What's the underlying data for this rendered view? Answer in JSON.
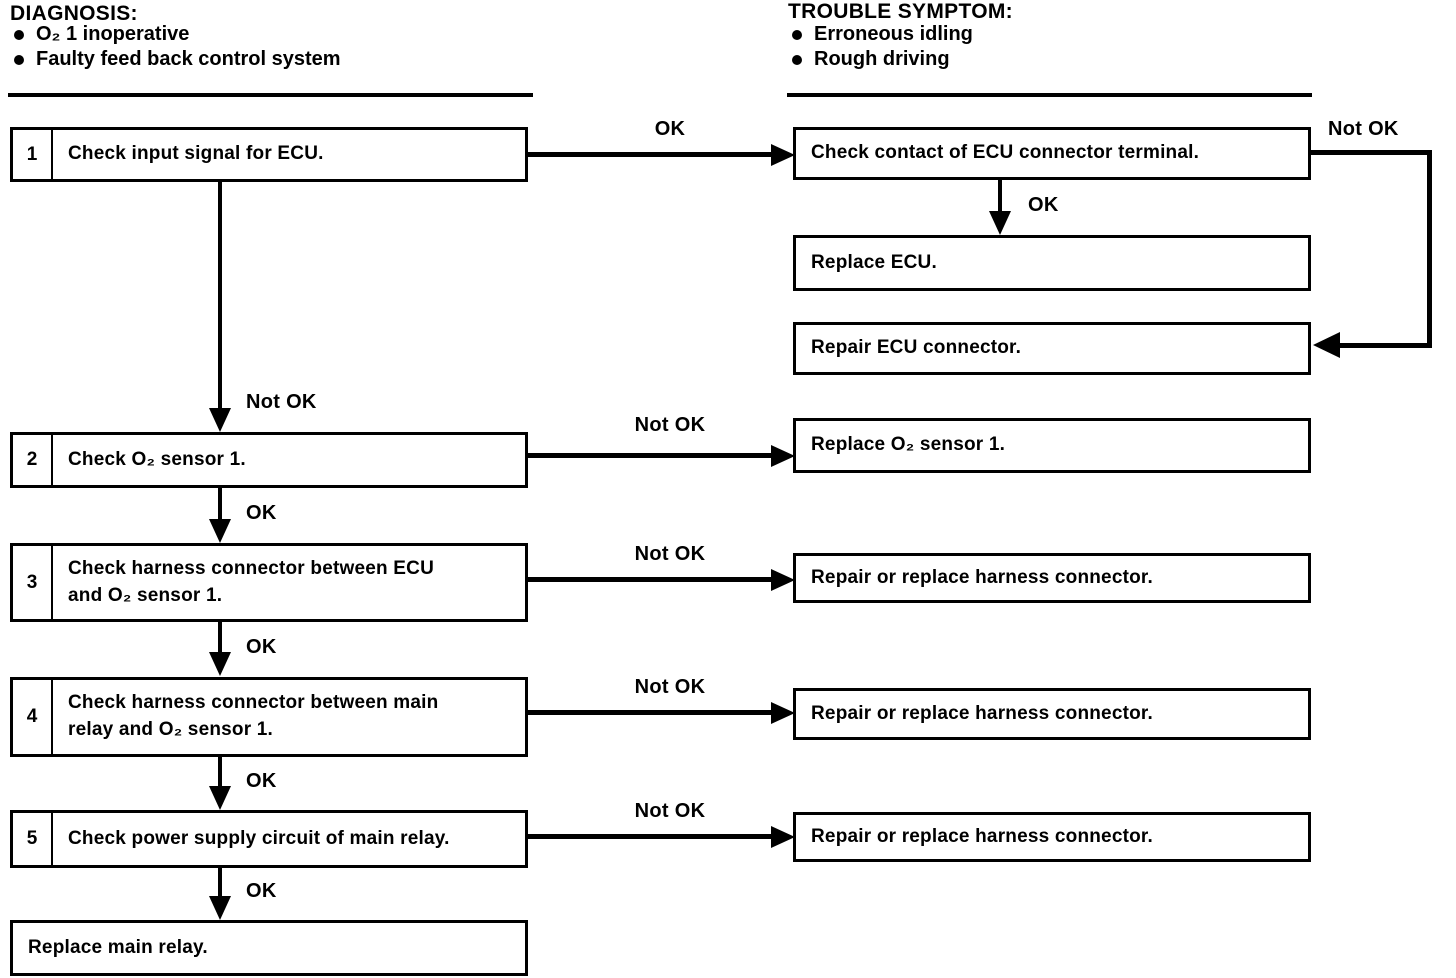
{
  "headers": {
    "diagnosis": {
      "title": "DIAGNOSIS:",
      "items": [
        "O₂ 1 inoperative",
        "Faulty feed back control system"
      ]
    },
    "trouble_symptom": {
      "title": "TROUBLE SYMPTOM:",
      "items": [
        "Erroneous idling",
        "Rough driving"
      ]
    }
  },
  "flow": {
    "left_column": [
      {
        "step": "1",
        "text": "Check input signal for ECU."
      },
      {
        "step": "2",
        "text": "Check O₂ sensor 1."
      },
      {
        "step": "3",
        "text": "Check harness connector between ECU\nand O₂ sensor 1."
      },
      {
        "step": "4",
        "text": "Check harness connector between main\nrelay and O₂ sensor 1."
      },
      {
        "step": "5",
        "text": "Check power supply circuit of main relay."
      },
      {
        "step": "",
        "text": "Replace main relay."
      }
    ],
    "right_column": [
      {
        "text": "Check contact of ECU connector terminal."
      },
      {
        "text": "Replace ECU."
      },
      {
        "text": "Repair ECU connector."
      },
      {
        "text": "Replace O₂ sensor 1."
      },
      {
        "text": "Repair or replace harness connector."
      },
      {
        "text": "Repair or replace harness connector."
      },
      {
        "text": "Repair or replace harness connector."
      }
    ],
    "edge_labels": {
      "step1_to_right": "OK",
      "right1_down": "OK",
      "right1_feedback": "Not OK",
      "step1_down": "Not OK",
      "step2_to_right": "Not OK",
      "step2_down": "OK",
      "step3_to_right": "Not OK",
      "step3_down": "OK",
      "step4_to_right": "Not OK",
      "step4_down": "OK",
      "step5_to_right": "Not OK",
      "step5_down": "OK"
    }
  },
  "colors": {
    "ink": "#000000",
    "background": "#ffffff"
  }
}
